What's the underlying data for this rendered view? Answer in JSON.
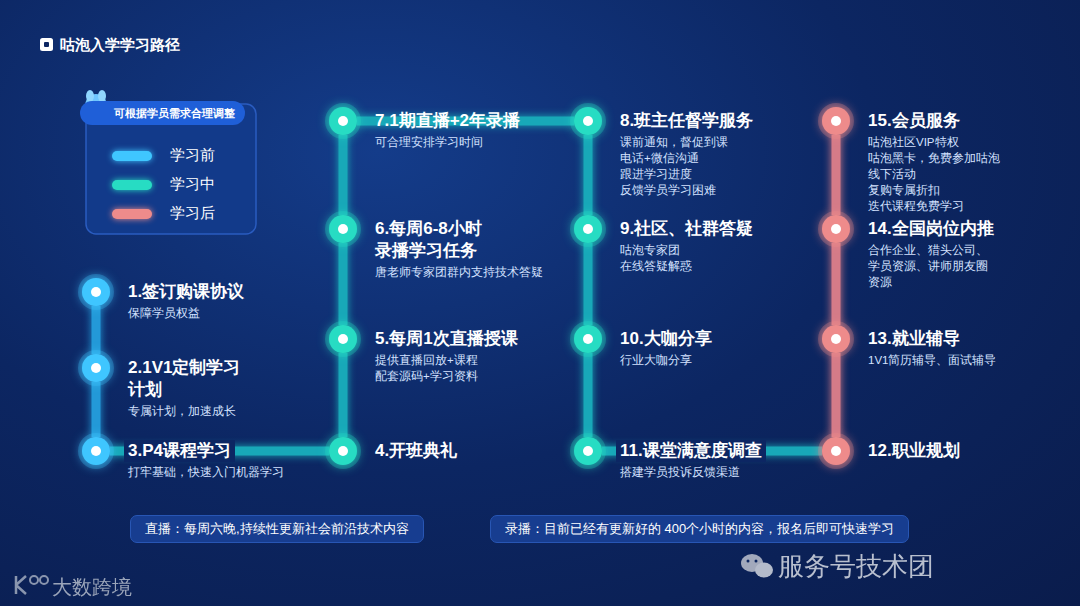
{
  "diagram": {
    "title": "咕泡入学学习路径",
    "nodes": [
      {
        "text": [
          "可根据学员需求合理调整"
        ]
      },
      {
        "text": [
          "1.签订购课协议",
          "保障学员权益"
        ]
      },
      {
        "text": [
          "2.1V1定制学习 计划",
          "专属计划，加速成长"
        ]
      },
      {
        "text": [
          "3.P4课程学习",
          "打牢基础，快速入门机器学习"
        ]
      },
      {
        "text": [
          "4.开班典礼"
        ]
      },
      {
        "text": [
          "5.每周1次直播授课",
          "提供直播回放+课程 配套源码+学习资料"
        ]
      },
      {
        "text": [
          "6.每周6-8小时 录播学习任务",
          "唐老师专家团群内支持技术答疑"
        ]
      },
      {
        "text": [
          "7.1期直播+2年录播",
          "可合理安排学习时间"
        ]
      },
      {
        "text": [
          "8.班主任督学服务",
          "课前通知，督促到课 电话+微信沟通 跟进学习进度 反馈学员学习困难"
        ]
      },
      {
        "text": [
          "9.社区、社群答疑",
          "咕泡专家团 在线答疑解惑"
        ]
      },
      {
        "text": [
          "10.大咖分享",
          "行业大咖分享"
        ]
      },
      {
        "text": [
          "11.课堂满意度调查",
          "搭建学员投诉反馈渠道"
        ]
      },
      {
        "text": [
          "12.职业规划"
        ]
      },
      {
        "text": [
          "13.就业辅导",
          "1V1简历辅导、面试辅导"
        ]
      },
      {
        "text": [
          "14.全国岗位内推",
          "合作企业、猎头公司、 学员资源、讲师朋友圈 资源"
        ]
      },
      {
        "text": [
          "15.会员服务",
          "咕泡社区VIP特权 咕泡黑卡，免费参加咕泡 线下活动 复购专属折扣 迭代课程免费学习"
        ]
      },
      {
        "text": [
          "直播：每周六晚,持续性更新社会前沿技术内容"
        ]
      },
      {
        "text": [
          "录播：目前已经有更新好的 400个小时的内容，报名后即可快速学习"
        ]
      }
    ],
    "edges": [
      {
        "from": 1,
        "to": 2,
        "arrow": "none"
      },
      {
        "from": 2,
        "to": 3,
        "arrow": "none"
      },
      {
        "from": 3,
        "to": 4,
        "arrow": "none"
      },
      {
        "from": 4,
        "to": 5,
        "arrow": "none"
      },
      {
        "from": 5,
        "to": 6,
        "arrow": "none"
      },
      {
        "from": 6,
        "to": 7,
        "arrow": "none"
      },
      {
        "from": 7,
        "to": 8,
        "arrow": "none"
      },
      {
        "from": 8,
        "to": 9,
        "arrow": "none"
      },
      {
        "from": 9,
        "to": 10,
        "arrow": "none"
      },
      {
        "from": 10,
        "to": 11,
        "arrow": "none"
      },
      {
        "from": 11,
        "to": 12,
        "arrow": "none"
      },
      {
        "from": 12,
        "to": 13,
        "arrow": "none"
      },
      {
        "from": 13,
        "to": 14,
        "arrow": "none"
      },
      {
        "from": 14,
        "to": 15,
        "arrow": "none"
      }
    ],
    "labels": [
      "大数跨境",
      "服务号技术团"
    ],
    "legend": [
      {
        "text": "学习前",
        "color": "#3fc6ff"
      },
      {
        "text": "学习中",
        "color": "#27dcc3"
      },
      {
        "text": "学习后",
        "color": "#ee8b8b"
      }
    ]
  }
}
